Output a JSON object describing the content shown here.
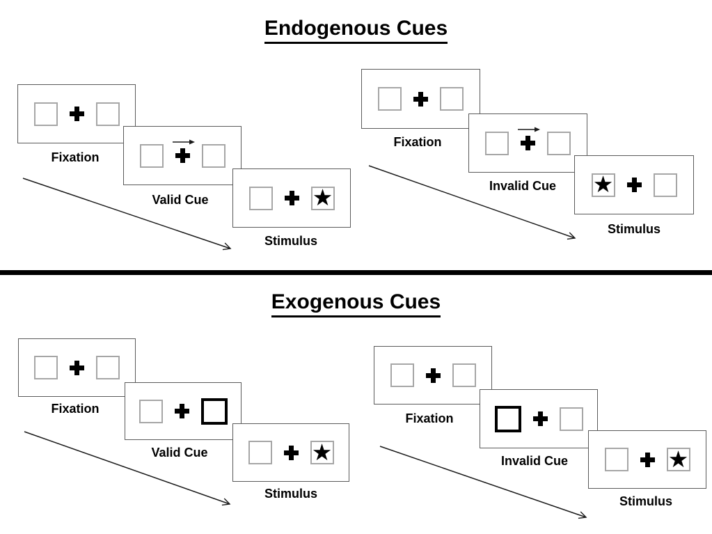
{
  "symbols": {
    "star": "★"
  },
  "colors": {
    "background": "#ffffff",
    "ink": "#000000",
    "panel_border": "#595959",
    "box_border": "#a6a6a6",
    "highlight_border": "#000000"
  },
  "sections": [
    {
      "title": "Endogenous Cues",
      "cue_type": "central arrow above fixation cross",
      "sequences": [
        {
          "name": "valid-trial",
          "panels": [
            {
              "label": "Fixation",
              "left_box": "empty",
              "center": "fixation-cross",
              "right_box": "empty"
            },
            {
              "label": "Valid Cue",
              "left_box": "empty",
              "center": "fixation-cross with right-pointing arrow above",
              "right_box": "empty"
            },
            {
              "label": "Stimulus",
              "left_box": "empty",
              "center": "fixation-cross",
              "right_box": "star"
            }
          ]
        },
        {
          "name": "invalid-trial",
          "panels": [
            {
              "label": "Fixation",
              "left_box": "empty",
              "center": "fixation-cross",
              "right_box": "empty"
            },
            {
              "label": "Invalid Cue",
              "left_box": "empty",
              "center": "fixation-cross with right-pointing arrow above",
              "right_box": "empty"
            },
            {
              "label": "Stimulus",
              "left_box": "star",
              "center": "fixation-cross",
              "right_box": "empty"
            }
          ]
        }
      ]
    },
    {
      "title": "Exogenous Cues",
      "cue_type": "thickened peripheral box outline",
      "sequences": [
        {
          "name": "valid-trial",
          "panels": [
            {
              "label": "Fixation",
              "left_box": "empty",
              "center": "fixation-cross",
              "right_box": "empty"
            },
            {
              "label": "Valid Cue",
              "left_box": "empty",
              "center": "fixation-cross",
              "right_box": "highlighted-empty"
            },
            {
              "label": "Stimulus",
              "left_box": "empty",
              "center": "fixation-cross",
              "right_box": "star"
            }
          ]
        },
        {
          "name": "invalid-trial",
          "panels": [
            {
              "label": "Fixation",
              "left_box": "empty",
              "center": "fixation-cross",
              "right_box": "empty"
            },
            {
              "label": "Invalid Cue",
              "left_box": "highlighted-empty",
              "center": "fixation-cross",
              "right_box": "empty"
            },
            {
              "label": "Stimulus",
              "left_box": "empty",
              "center": "fixation-cross",
              "right_box": "star"
            }
          ]
        }
      ]
    }
  ]
}
